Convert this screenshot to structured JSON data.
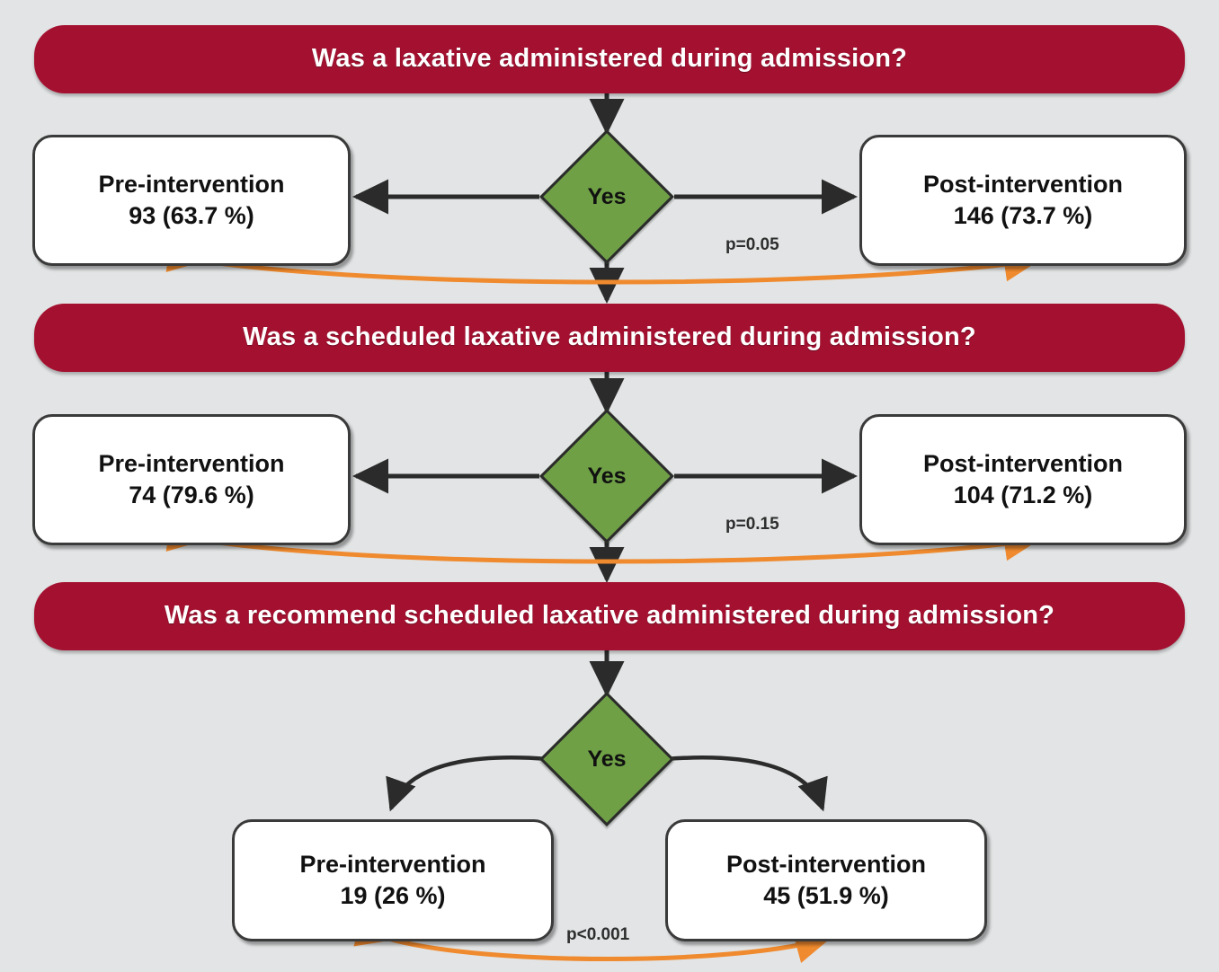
{
  "figure": {
    "background_color": "#e2e4e5",
    "banner_color": "#a41130",
    "diamond_color": "#6fa046",
    "comparison_arrow_color": "#f08a2e",
    "connector_color": "#2b2b2b",
    "box_fill": "#ffffff"
  },
  "sections": [
    {
      "banner": "Was a laxative administered during admission?",
      "decision": "Yes",
      "left": {
        "title": "Pre-intervention",
        "value": "93 (63.7 %)"
      },
      "right": {
        "title": "Post-intervention",
        "value": "146 (73.7 %)"
      },
      "pvalue": "p=0.05"
    },
    {
      "banner": "Was a scheduled laxative administered during admission?",
      "decision": "Yes",
      "left": {
        "title": "Pre-intervention",
        "value": "74 (79.6 %)"
      },
      "right": {
        "title": "Post-intervention",
        "value": "104 (71.2 %)"
      },
      "pvalue": "p=0.15"
    },
    {
      "banner": "Was a recommend scheduled laxative administered during admission?",
      "decision": "Yes",
      "left": {
        "title": "Pre-intervention",
        "value": "19 (26 %)"
      },
      "right": {
        "title": "Post-intervention",
        "value": "45 (51.9 %)"
      },
      "pvalue": "p<0.001"
    }
  ]
}
